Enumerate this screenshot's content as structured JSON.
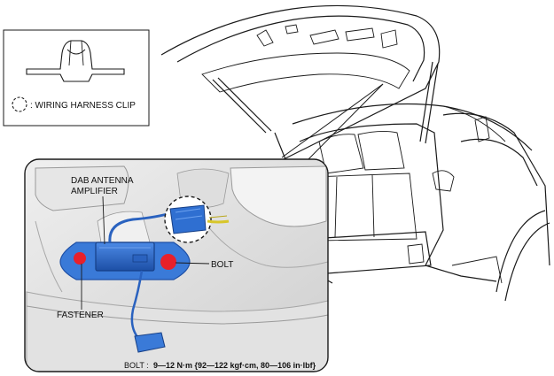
{
  "legend": {
    "clip_text": ": WIRING HARNESS CLIP"
  },
  "callouts": {
    "amplifier_line1": "DAB ANTENNA",
    "amplifier_line2": "AMPLIFIER",
    "bolt": "BOLT",
    "fastener": "FASTENER"
  },
  "torque": {
    "label": "BOLT :",
    "value": "9—12 N·m {92—122 kgf·cm, 80—106 in·lbf}"
  },
  "colors": {
    "amplifier_blue": "#2f6fd1",
    "amplifier_dark": "#1d4fa6",
    "fastener_red": "#e8202a",
    "clip_yellow": "#d8c62a",
    "panel_gray": "#d9d9d9"
  }
}
